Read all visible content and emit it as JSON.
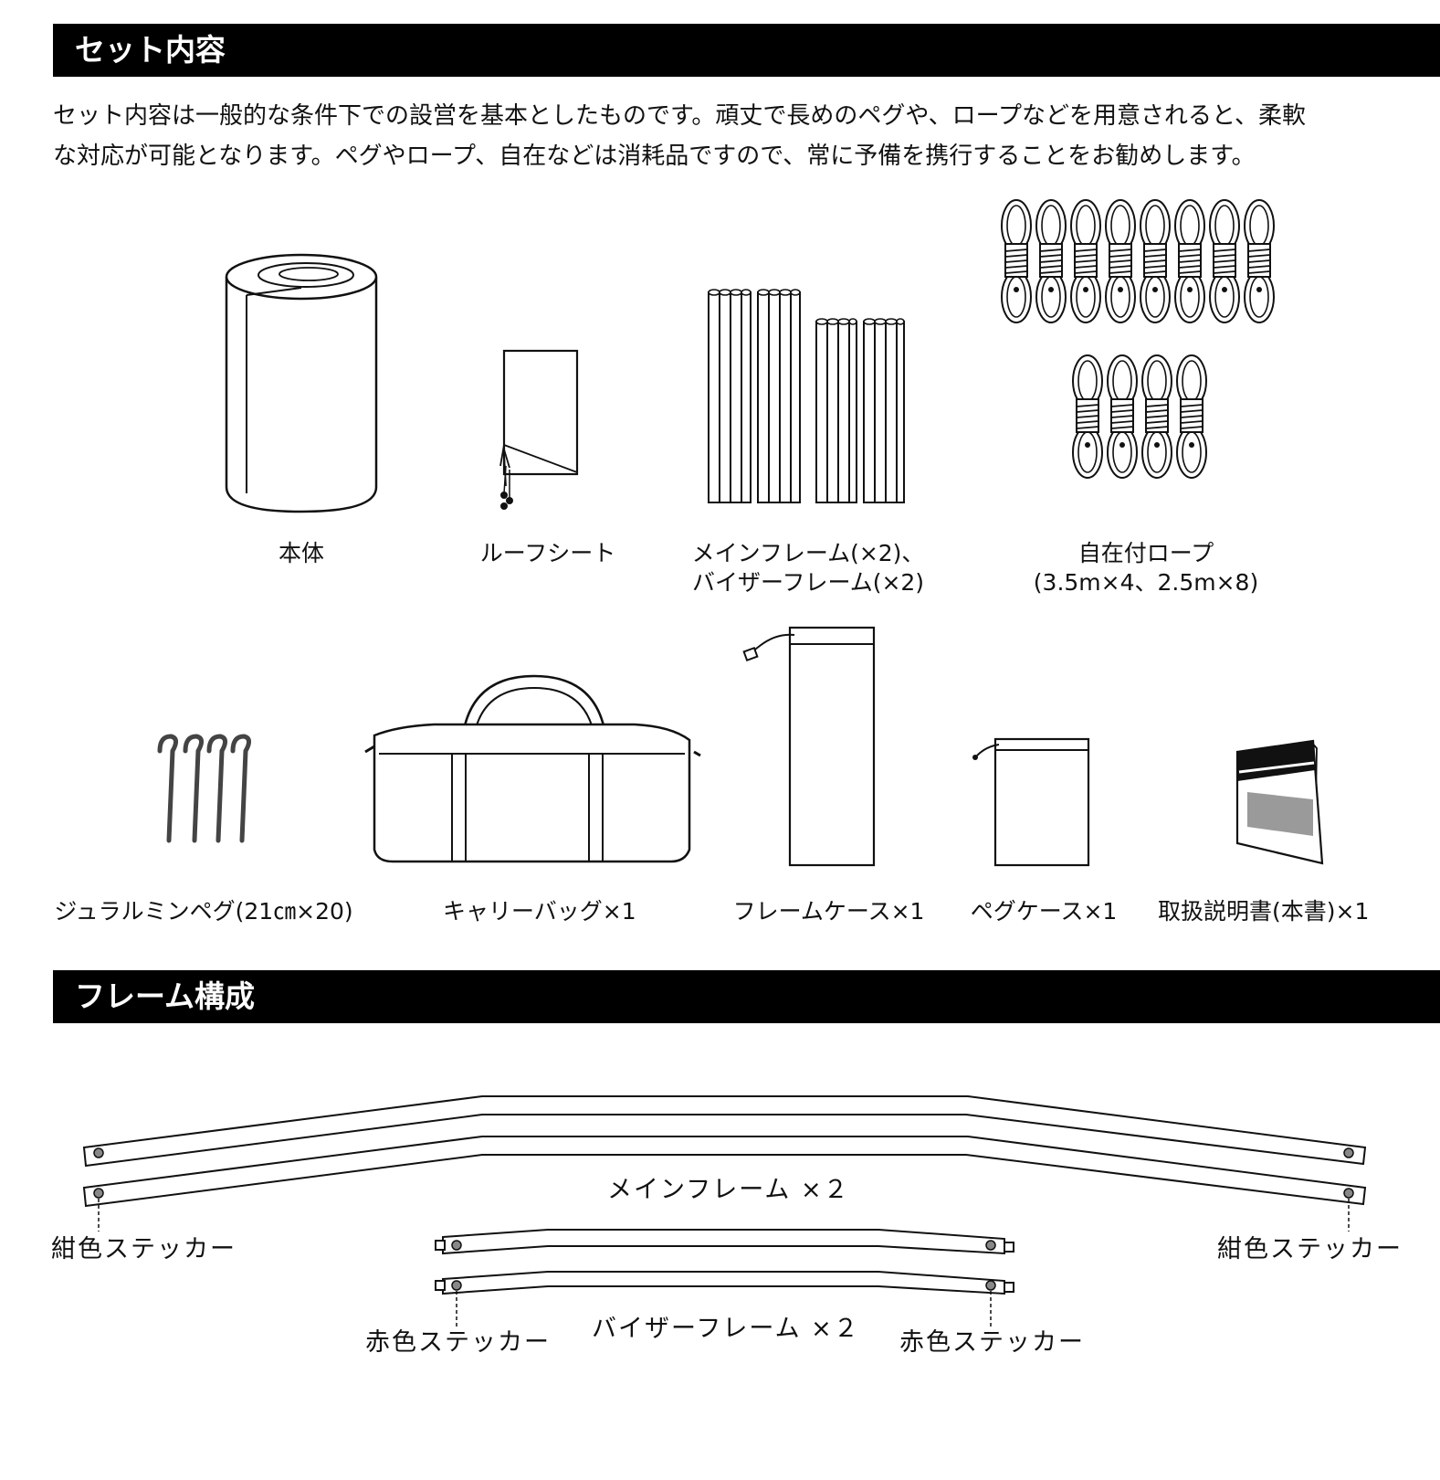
{
  "section1": {
    "title": "セット内容",
    "intro_line1": "セット内容は一般的な条件下での設営を基本としたものです。頑丈で長めのペグや、ロープなどを用意されると、柔軟",
    "intro_line2": "な対応が可能となります。ペグやロープ、自在などは消耗品ですので、常に予備を携行することをお勧めします。"
  },
  "items": {
    "body": "本体",
    "roof_sheet": "ルーフシート",
    "frames_line1": "メインフレーム(×2)、",
    "frames_line2": "バイザーフレーム(×2)",
    "rope_line1": "自在付ロープ",
    "rope_line2": "(3.5m×4、2.5m×8)",
    "pegs": "ジュラルミンペグ(21㎝×20)",
    "carry_bag": "キャリーバッグ×1",
    "frame_case": "フレームケース×1",
    "peg_case": "ペグケース×1",
    "manual": "取扱説明書(本書)×1"
  },
  "section2": {
    "title": "フレーム構成",
    "main_frame": "メインフレーム ×２",
    "navy_sticker_left": "紺色ステッカー",
    "navy_sticker_right": "紺色ステッカー",
    "visor_frame": "バイザーフレーム ×２",
    "red_sticker_left": "赤色ステッカー",
    "red_sticker_right": "赤色ステッカー"
  }
}
